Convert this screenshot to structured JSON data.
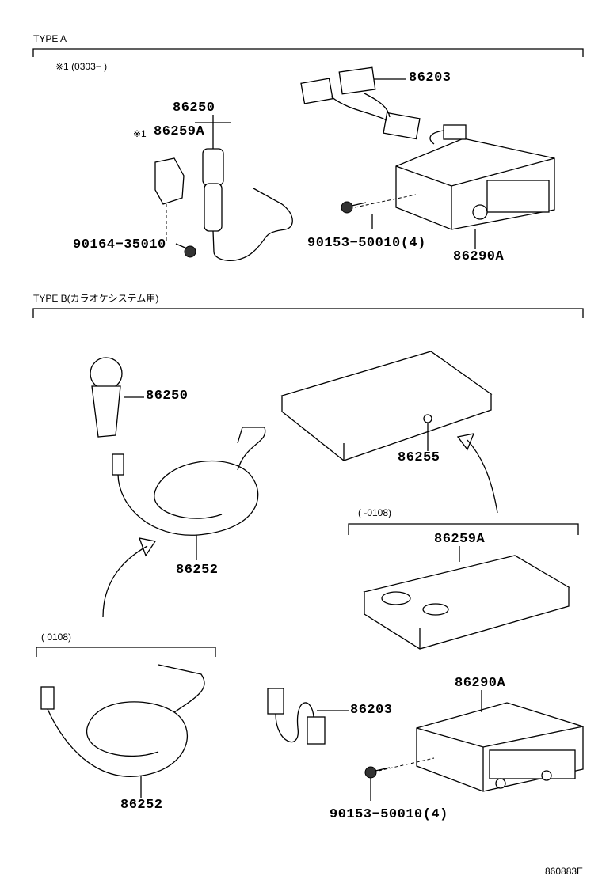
{
  "sections": {
    "type_a": {
      "label": "TYPE A",
      "note": "※1 (0303−        )",
      "note_mark": "※1"
    },
    "type_b": {
      "label": "TYPE B(カラオケシステム用)",
      "range_right": "(        -0108)",
      "range_left": "(        0108)"
    }
  },
  "parts": {
    "a_86203": "86203",
    "a_86250": "86250",
    "a_86259a": "86259A",
    "a_90164": "90164−35010",
    "a_90153": "90153−50010(4)",
    "a_86290a": "86290A",
    "b_86250": "86250",
    "b_86255": "86255",
    "b_86252_top": "86252",
    "b_86259a": "86259A",
    "b_86252_bottom": "86252",
    "b_86203": "86203",
    "b_86290a": "86290A",
    "b_90153": "90153−50010(4)"
  },
  "footer": {
    "ref": "860883E"
  }
}
